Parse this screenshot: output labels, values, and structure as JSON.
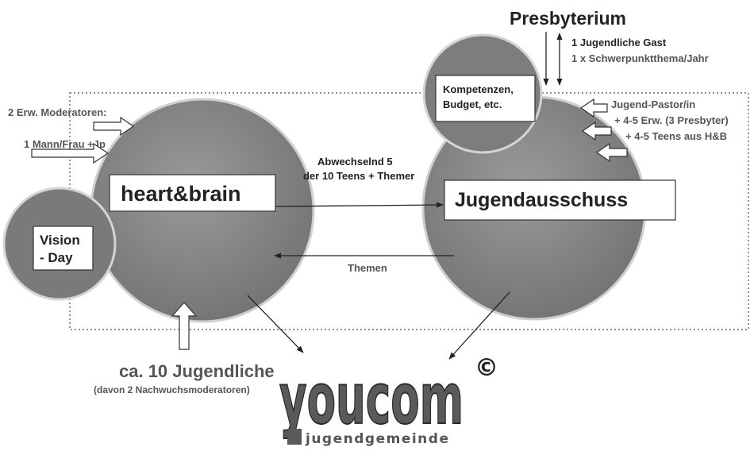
{
  "top": {
    "presbyterium": "Presbyterium",
    "guest": "1 Jugendliche Gast",
    "focus": "1 x Schwerpunktthema/Jahr"
  },
  "left": {
    "moderators": "2 Erw. Moderatoren:",
    "mann_frau": "1 Mann/Frau +Jp"
  },
  "vision": {
    "line1": "Vision",
    "line2": "- Day"
  },
  "heart_brain": "heart&brain",
  "middle": {
    "alternating1": "Abwechselnd 5",
    "alternating2": "der 10 Teens + Themer",
    "themen": "Themen"
  },
  "kompetenzen": {
    "line1": "Kompetenzen,",
    "line2": "Budget, etc."
  },
  "jugendausschuss": "Jugendausschuss",
  "right": {
    "pastor": "Jugend-Pastor/in",
    "erw": "+ 4-5 Erw. (3 Presbyter)",
    "teens": "+ 4-5 Teens aus H&B"
  },
  "bottom": {
    "jugendliche": "ca. 10 Jugendliche",
    "nachwuchs": "(davon 2 Nachwuchsmoderatoren)"
  },
  "logo": {
    "name": "youcom",
    "sub": "jugendgemeinde",
    "copyright": "©"
  },
  "colors": {
    "circle_fill": "#8a8a8a",
    "circle_fill_dark": "#6e6e6e",
    "border": "#555555",
    "box_fill": "#ffffff",
    "text": "#222222"
  }
}
